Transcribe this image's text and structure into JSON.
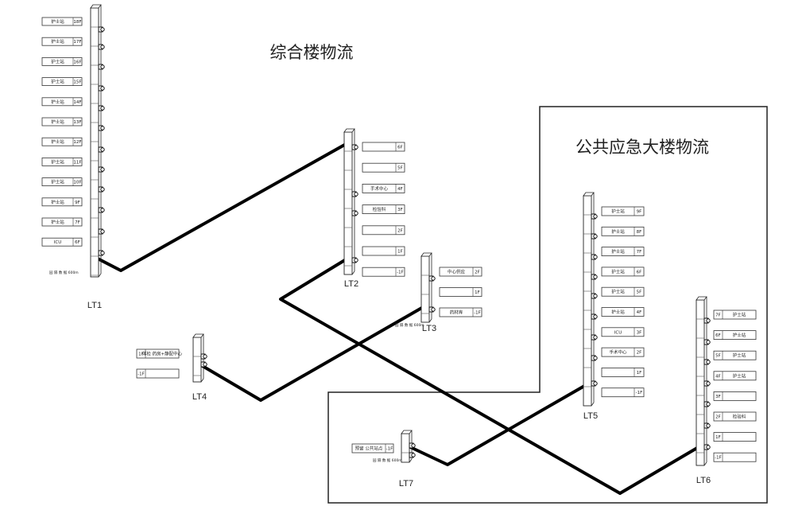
{
  "titles": {
    "main": "综合楼物流",
    "emergency": "公共应急大楼物流"
  },
  "lt1": {
    "label": "LT1",
    "floors": [
      {
        "name": "护士站",
        "floor": "18F"
      },
      {
        "name": "护士站",
        "floor": "17F"
      },
      {
        "name": "护士站",
        "floor": "16F"
      },
      {
        "name": "护士站",
        "floor": "15F"
      },
      {
        "name": "护士站",
        "floor": "14F"
      },
      {
        "name": "护士站",
        "floor": "13F"
      },
      {
        "name": "护士站",
        "floor": "12F"
      },
      {
        "name": "护士站",
        "floor": "11F"
      },
      {
        "name": "护士站",
        "floor": "10F"
      },
      {
        "name": "护士站",
        "floor": "9F"
      },
      {
        "name": "护士站",
        "floor": "7F"
      },
      {
        "name": "ICU",
        "floor": "6F"
      }
    ],
    "note": "园 隔 数 据 600m"
  },
  "lt2": {
    "label": "LT2",
    "floors": [
      {
        "name": "",
        "floor": "6F"
      },
      {
        "name": "",
        "floor": "5F"
      },
      {
        "name": "手术中心",
        "floor": "4F"
      },
      {
        "name": "检验科",
        "floor": "3F"
      },
      {
        "name": "",
        "floor": "2F"
      },
      {
        "name": "",
        "floor": "1F"
      },
      {
        "name": "",
        "floor": "-1F"
      }
    ]
  },
  "lt3": {
    "label": "LT3",
    "floors": [
      {
        "name": "中心供应",
        "floor": "2F"
      },
      {
        "name": "",
        "floor": "1F"
      },
      {
        "name": "药材库",
        "floor": "-1F"
      }
    ],
    "note": "园 隔 数 据 600m"
  },
  "lt4": {
    "label": "LT4",
    "floors": [
      {
        "name": "体检 药房+静配中心",
        "floor": "1F"
      },
      {
        "name": "",
        "floor": "-1F"
      }
    ]
  },
  "lt5": {
    "label": "LT5",
    "floors": [
      {
        "name": "护士站",
        "floor": "9F"
      },
      {
        "name": "护士站",
        "floor": "8F"
      },
      {
        "name": "护士站",
        "floor": "7F"
      },
      {
        "name": "护士站",
        "floor": "6F"
      },
      {
        "name": "护士站",
        "floor": "5F"
      },
      {
        "name": "护士站",
        "floor": "4F"
      },
      {
        "name": "ICU",
        "floor": "3F"
      },
      {
        "name": "手术中心",
        "floor": "2F"
      },
      {
        "name": "",
        "floor": "1F"
      },
      {
        "name": "",
        "floor": "-1F"
      }
    ]
  },
  "lt6": {
    "label": "LT6",
    "floors": [
      {
        "name": "护士站",
        "floor": "7F"
      },
      {
        "name": "护士站",
        "floor": "6F"
      },
      {
        "name": "护士站",
        "floor": "5F"
      },
      {
        "name": "护士站",
        "floor": "4F"
      },
      {
        "name": "",
        "floor": "3F"
      },
      {
        "name": "检验科",
        "floor": "2F"
      },
      {
        "name": "",
        "floor": "1F"
      },
      {
        "name": "",
        "floor": "-1F"
      }
    ]
  },
  "lt7": {
    "label": "LT7",
    "floors": [
      {
        "name": "预留 公共站点",
        "floor": "-1F"
      }
    ],
    "note": "园 隔 数 据 600m"
  },
  "colors": {
    "line": "#000000",
    "frame": "#222222",
    "box": "#333333"
  }
}
